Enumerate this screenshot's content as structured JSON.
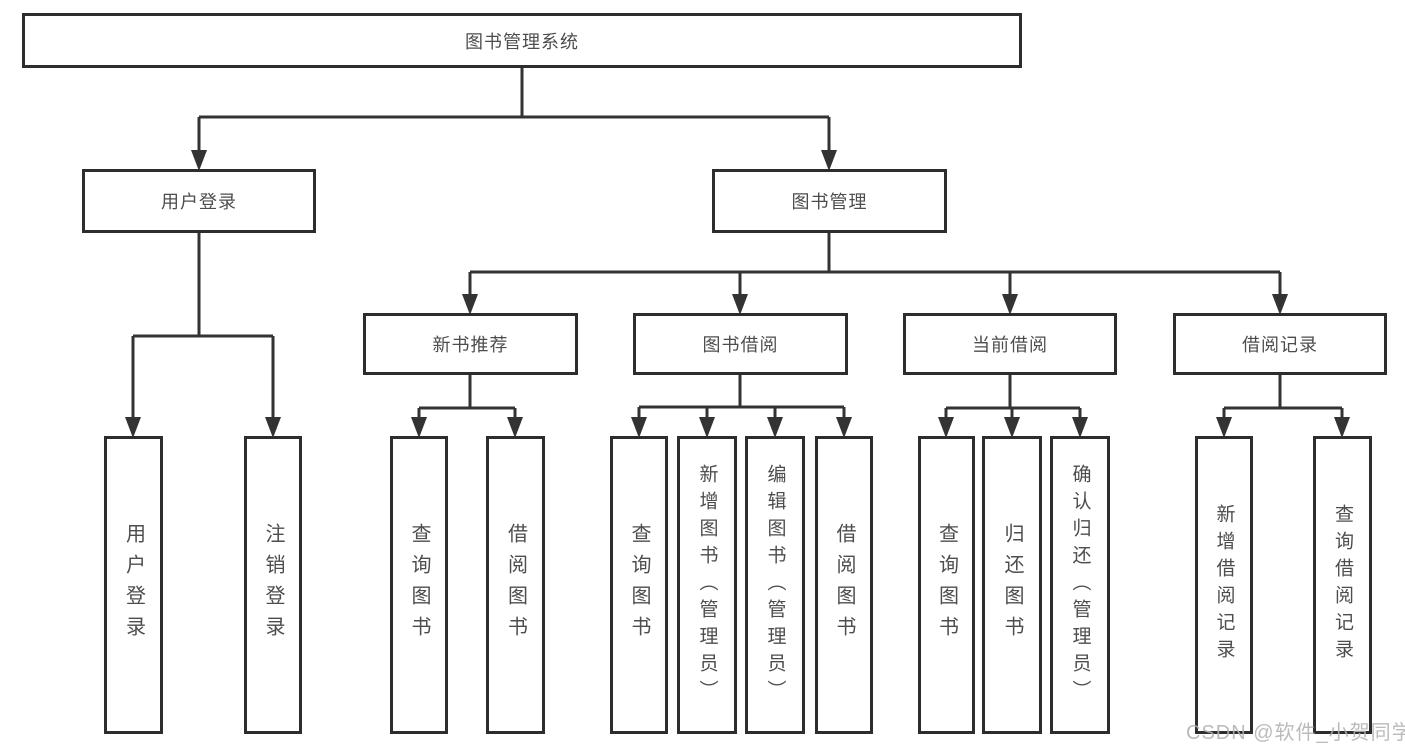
{
  "diagram": {
    "root_label": "图书管理系统",
    "user_login": {
      "label": "用户登录",
      "children": [
        "用户登录",
        "注销登录"
      ]
    },
    "book_mgmt": {
      "label": "图书管理",
      "groups": [
        {
          "label": "新书推荐",
          "children": [
            "查询图书",
            "借阅图书"
          ]
        },
        {
          "label": "图书借阅",
          "children": [
            "查询图书",
            "新增图书（管理员）",
            "编辑图书（管理员）",
            "借阅图书"
          ]
        },
        {
          "label": "当前借阅",
          "children": [
            "查询图书",
            "归还图书",
            "确认归还（管理员）"
          ]
        },
        {
          "label": "借阅记录",
          "children": [
            "新增借阅记录",
            "查询借阅记录"
          ]
        }
      ]
    }
  },
  "watermark": "CSDN @软件_小贺同学",
  "colors": {
    "line": "#333333",
    "box_border": "#2d2d2d",
    "box_fill": "#ffffff",
    "text": "#4d4d4d",
    "watermark": "#b2b2b2"
  }
}
